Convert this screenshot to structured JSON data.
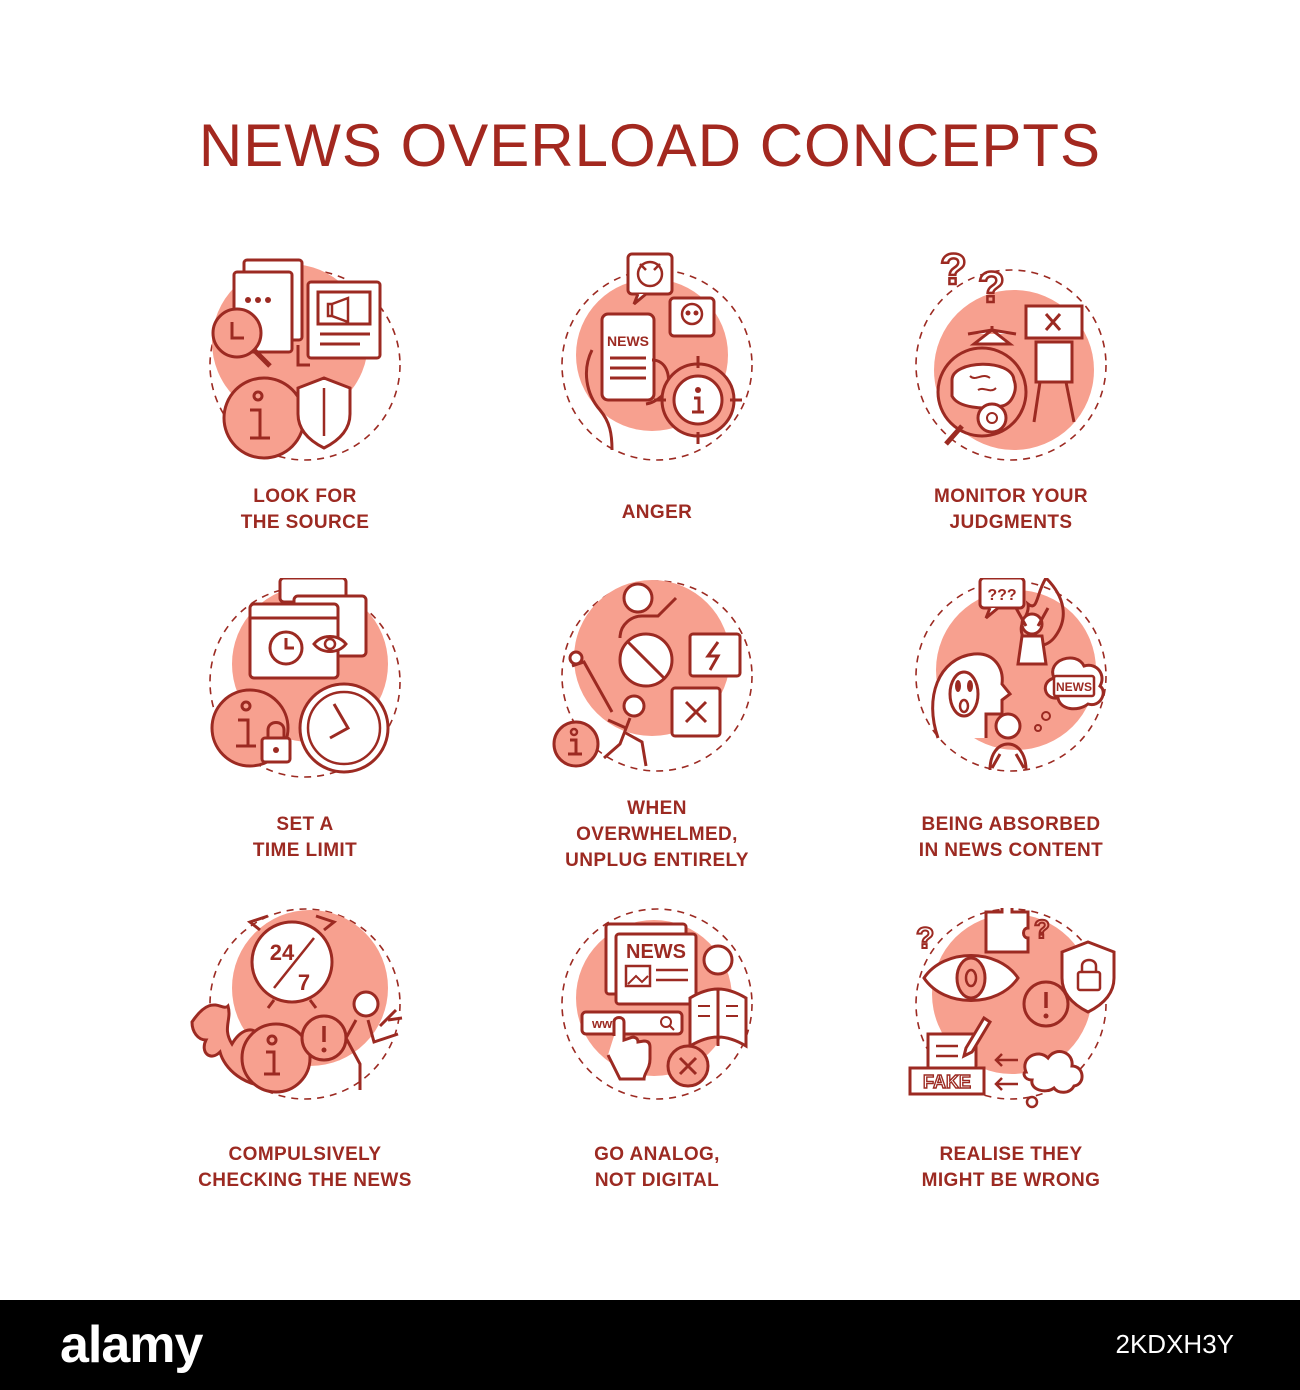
{
  "title": "NEWS OVERLOAD CONCEPTS",
  "colors": {
    "stroke": "#9c2a22",
    "fill": "#f7a08f",
    "title": "#a3281f",
    "label": "#9c2a22"
  },
  "concepts": [
    {
      "line1": "LOOK FOR",
      "line2": "THE SOURCE",
      "icon": "source-icon"
    },
    {
      "line1": "ANGER",
      "line2": "",
      "icon": "anger-icon"
    },
    {
      "line1": "MONITOR YOUR",
      "line2": "JUDGMENTS",
      "icon": "judgment-icon"
    },
    {
      "line1": "SET A",
      "line2": "TIME LIMIT",
      "icon": "time-limit-icon"
    },
    {
      "line1": "WHEN",
      "line2": "OVERWHELMED,",
      "line3": "UNPLUG ENTIRELY",
      "icon": "unplug-icon"
    },
    {
      "line1": "BEING ABSORBED",
      "line2": "IN NEWS CONTENT",
      "icon": "absorbed-icon"
    },
    {
      "line1": "COMPULSIVELY",
      "line2": "CHECKING THE NEWS",
      "icon": "compulsive-icon"
    },
    {
      "line1": "GO ANALOG,",
      "line2": "NOT DIGITAL",
      "icon": "analog-icon"
    },
    {
      "line1": "REALISE THEY",
      "line2": "MIGHT BE WRONG",
      "icon": "wrong-icon"
    }
  ],
  "icon_text": {
    "news_phone": "NEWS",
    "news_paper": "NEWS",
    "news_bubble": "NEWS",
    "question_bubble": "???",
    "clock_24": "24",
    "clock_7": "7",
    "fake": "FAKE",
    "www": "www."
  },
  "footer": {
    "brand": "alamy",
    "image_id": "2KDXH3Y"
  }
}
